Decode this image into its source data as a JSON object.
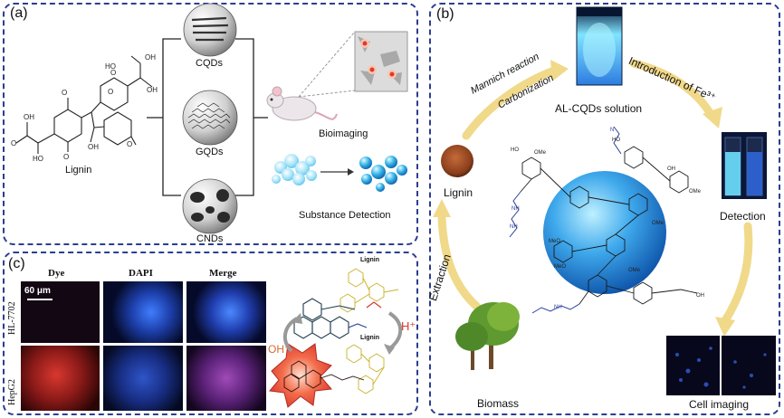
{
  "panel_a": {
    "label": "(a)",
    "lignin_label": "Lignin",
    "dots": [
      {
        "name": "CQDs"
      },
      {
        "name": "GQDs"
      },
      {
        "name": "CNDs"
      }
    ],
    "bioimaging_label": "Bioimaging",
    "detection_label": "Substance Detection"
  },
  "panel_b": {
    "label": "(b)",
    "lignin_label": "Lignin",
    "step1_line1": "Mannich reaction",
    "step1_line2": "Carbonization",
    "solution_label": "AL-CQDs solution",
    "step2_label": "Introduction of Fe³⁺",
    "detection_label": "Detection",
    "cell_imaging_label": "Cell imaging",
    "biomass_label": "Biomass",
    "extraction_label": "Extraction"
  },
  "panel_c": {
    "label": "(c)",
    "columns": [
      "Dye",
      "DAPI",
      "Merge"
    ],
    "rows": [
      "HL-7702",
      "HepG2"
    ],
    "scale_label": "60 μm",
    "structure_title_top": "Lignin",
    "structure_title_bottom": "Lignin",
    "h_plus_label": "H⁺",
    "oh_minus_label": "OH⁻"
  },
  "colors": {
    "frame": "#2c3e8f",
    "arrow": "#f1d98a",
    "sphere": "#2a8fd8",
    "glow": "#6fd3ff",
    "red_fluor": "#d8382f",
    "blue_fluor": "#3a7cff"
  }
}
